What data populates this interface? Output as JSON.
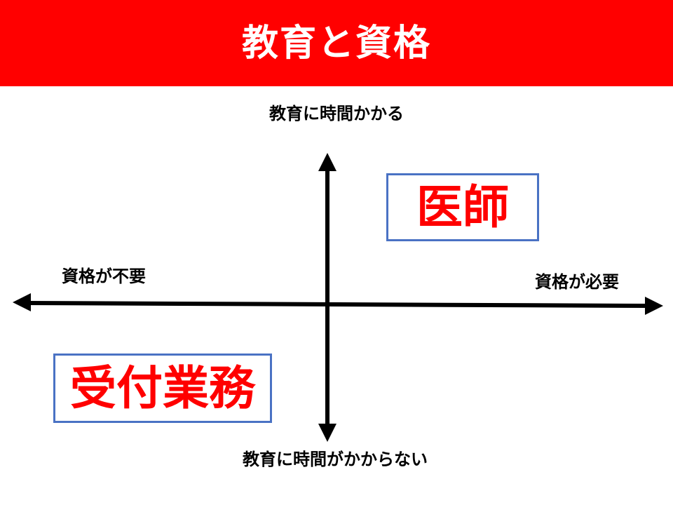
{
  "title": "教育と資格",
  "axes": {
    "top": "教育に時間かかる",
    "bottom": "教育に時間がかからない",
    "left": "資格が不要",
    "right": "資格が必要"
  },
  "items": {
    "doctor": "医師",
    "reception": "受付業務"
  },
  "colors": {
    "title_bar": "#ff0000",
    "title_text": "#ffffff",
    "item_text": "#ff0000",
    "box_border": "#4a72c4",
    "axis": "#000000"
  }
}
